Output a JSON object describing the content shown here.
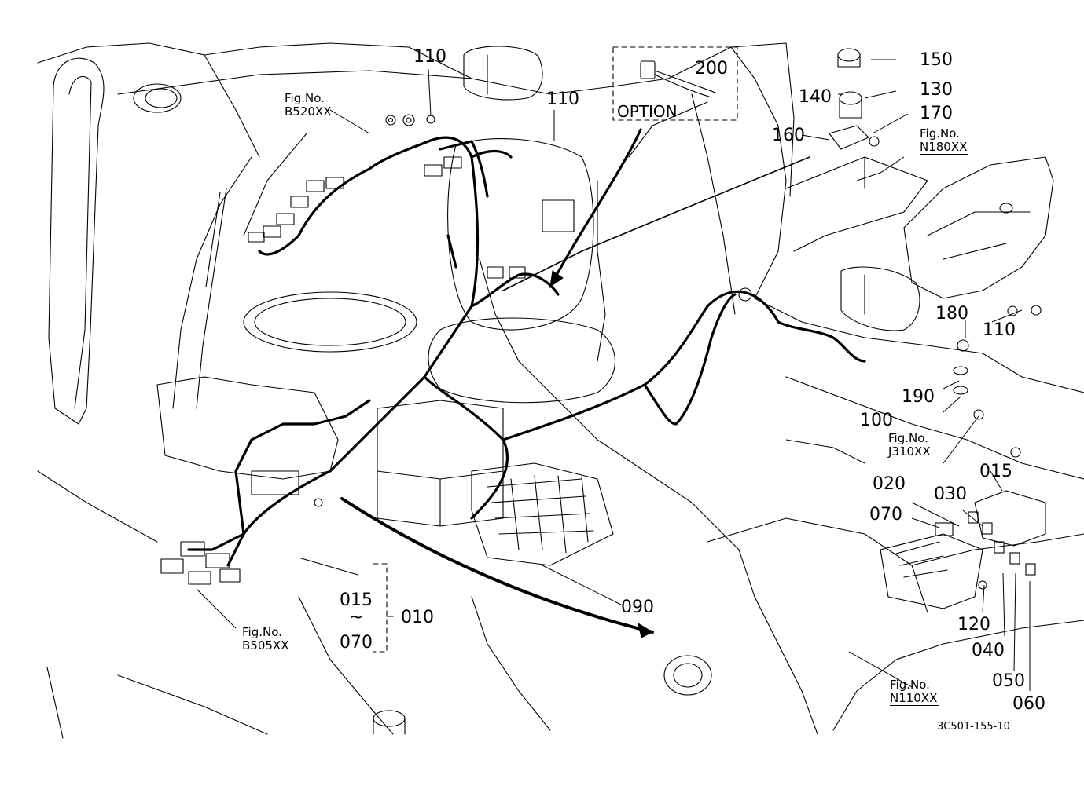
{
  "callouts": {
    "p110a": "110",
    "p110b": "110",
    "p110c": "110",
    "p200": "200",
    "p150": "150",
    "p140": "140",
    "p130": "130",
    "p170": "170",
    "p160": "160",
    "p180": "180",
    "p190": "190",
    "p100": "100",
    "p020": "020",
    "p030": "030",
    "p015a": "015",
    "p070a": "070",
    "p120": "120",
    "p040": "040",
    "p050": "050",
    "p060": "060",
    "p090": "090",
    "p015b": "015",
    "tilde": "~",
    "p070b": "070",
    "p010": "010"
  },
  "option_label": "OPTION",
  "figure_refs": {
    "b520": {
      "prefix": "Fig.No.",
      "code": "B520XX"
    },
    "n180": {
      "prefix": "Fig.No.",
      "code": "N180XX"
    },
    "j310": {
      "prefix": "Fig.No.",
      "code": "J310XX"
    },
    "b505": {
      "prefix": "Fig.No.",
      "code": "B505XX"
    },
    "n110": {
      "prefix": "Fig.No.",
      "code": "N110XX"
    }
  },
  "catalog_number": "3C501-155-10"
}
